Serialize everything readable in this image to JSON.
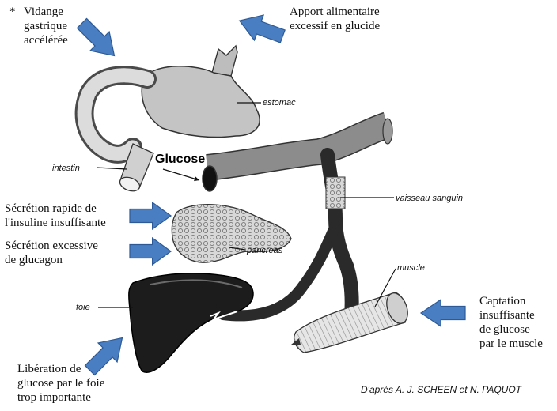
{
  "annotations": {
    "star": "*",
    "vidange": [
      "Vidange",
      "gastrique",
      "accélérée"
    ],
    "apport": [
      "Apport alimentaire",
      "excessif en glucide"
    ],
    "secretion_insuline": [
      "Sécrétion rapide de",
      "l'insuline insuffisante"
    ],
    "secretion_glucagon": [
      "Sécrétion excessive",
      "de glucagon"
    ],
    "liberation": [
      "Libération de",
      "glucose par le foie",
      "trop importante"
    ],
    "captation": [
      "Captation",
      "insuffisante",
      "de glucose",
      "par le muscle"
    ]
  },
  "labels": {
    "estomac": "estomac",
    "intestin": "intestin",
    "glucose": "Glucose",
    "vaisseau": "vaisseau sanguin",
    "pancreas": "pancréas",
    "muscle": "muscle",
    "foie": "foie"
  },
  "credit": "D'après A. J. SCHEEN et N. PAQUOT",
  "colors": {
    "arrow_fill": "#4a7ec2",
    "arrow_stroke": "#2d5a96",
    "liver": "#1c1c1c",
    "vessel": "#555555"
  }
}
